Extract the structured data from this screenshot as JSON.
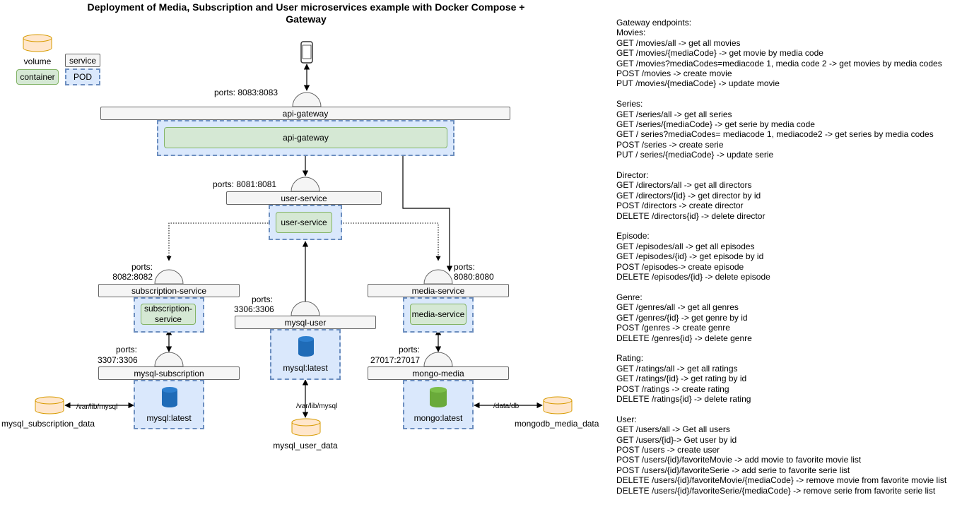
{
  "title": "Deployment of Media, Subscription and User microservices example with Docker Compose + Gateway",
  "legend": {
    "volume": "volume",
    "service": "service",
    "container": "container",
    "pod": "POD"
  },
  "gateway": {
    "ports": "ports: 8083:8083",
    "service": "api-gateway",
    "container": "api-gateway"
  },
  "user_service": {
    "ports": "ports: 8081:8081",
    "service": "user-service",
    "container": "user-service"
  },
  "subscription_service": {
    "ports_1": "ports:",
    "ports_2": "8082:8082",
    "service": "subscription-service",
    "container_1": "subscription-",
    "container_2": "service"
  },
  "media_service": {
    "ports_1": "ports:",
    "ports_2": "8080:8080",
    "service": "media-service",
    "container": "media-service"
  },
  "mysql_user": {
    "ports_1": "ports:",
    "ports_2": "3306:3306",
    "service": "mysql-user",
    "image": "mysql:latest",
    "mount": "/var/lib/mysql",
    "volume": "mysql_user_data"
  },
  "mysql_subscription": {
    "ports_1": "ports:",
    "ports_2": "3307:3306",
    "service": "mysql-subscription",
    "image": "mysql:latest",
    "mount": "/var/lib/mysql",
    "volume": "mysql_subscription_data"
  },
  "mongo_media": {
    "ports_1": "ports:",
    "ports_2": "27017:27017",
    "service": "mongo-media",
    "image": "mongo:latest",
    "mount": "/data/db",
    "volume": "mongodb_media_data"
  },
  "colors": {
    "pod_fill": "#dae8fc",
    "pod_border": "#6c8ebf",
    "container_fill": "#d5e8d4",
    "container_border": "#82b366",
    "volume_fill": "#ffe6cc",
    "volume_border": "#d79b00",
    "mysql_db": "#1f6bb7",
    "mongo_db": "#6aaa3a"
  },
  "endpoints": {
    "header": "Gateway endpoints:",
    "sections": [
      {
        "name": "Movies:",
        "lines": [
          "GET /movies/all -> get all movies",
          "GET /movies/{mediaCode} -> get movie by media code",
          "GET /movies?mediaCodes=mediacode 1, media code 2 -> get movies by media codes",
          "POST /movies -> create movie",
          "PUT /movies/{mediaCode} -> update movie"
        ]
      },
      {
        "name": "Series:",
        "lines": [
          "GET /series/all -> get all series",
          "GET /series/{mediaCode} -> get serie by media code",
          "GET / series?mediaCodes= mediacode 1, mediacode2 -> get series by media codes",
          "POST /series -> create serie",
          "PUT / series/{mediaCode} -> update serie"
        ]
      },
      {
        "name": "Director:",
        "lines": [
          "GET /directors/all -> get all directors",
          "GET /directors/{id} -> get director by id",
          "POST /directors -> create director",
          "DELETE /directors{id} -> delete director"
        ]
      },
      {
        "name": "Episode:",
        "lines": [
          "GET /episodes/all -> get all episodes",
          "GET /episodes/{id} -> get episode by id",
          "POST /episodes-> create episode",
          "DELETE /episodes/{id} -> delete episode"
        ]
      },
      {
        "name": "Genre:",
        "lines": [
          "GET /genres/all -> get all genres",
          "GET /genres/{id} -> get genre by id",
          "POST /genres -> create genre",
          "DELETE /genres{id} -> delete genre"
        ]
      },
      {
        "name": "Rating:",
        "lines": [
          "GET /ratings/all -> get all ratings",
          "GET /ratings/{id} -> get rating by id",
          "POST /ratings -> create rating",
          "DELETE /ratings{id} -> delete rating"
        ]
      },
      {
        "name": "User:",
        "lines": [
          "GET /users/all -> Get all users",
          "GET /users/{id}-> Get user by id",
          "POST /users -> create user",
          "POST /users/{id}/favoriteMovie -> add movie to favorite movie list",
          "POST /users/{id}/favoriteSerie -> add serie to favorite serie list",
          "DELETE /users/{id}/favoriteMovie/{mediaCode} -> remove movie from favorite movie list",
          "DELETE /users/{id}/favoriteSerie/{mediaCode} -> remove serie from favorite serie list"
        ]
      }
    ]
  }
}
